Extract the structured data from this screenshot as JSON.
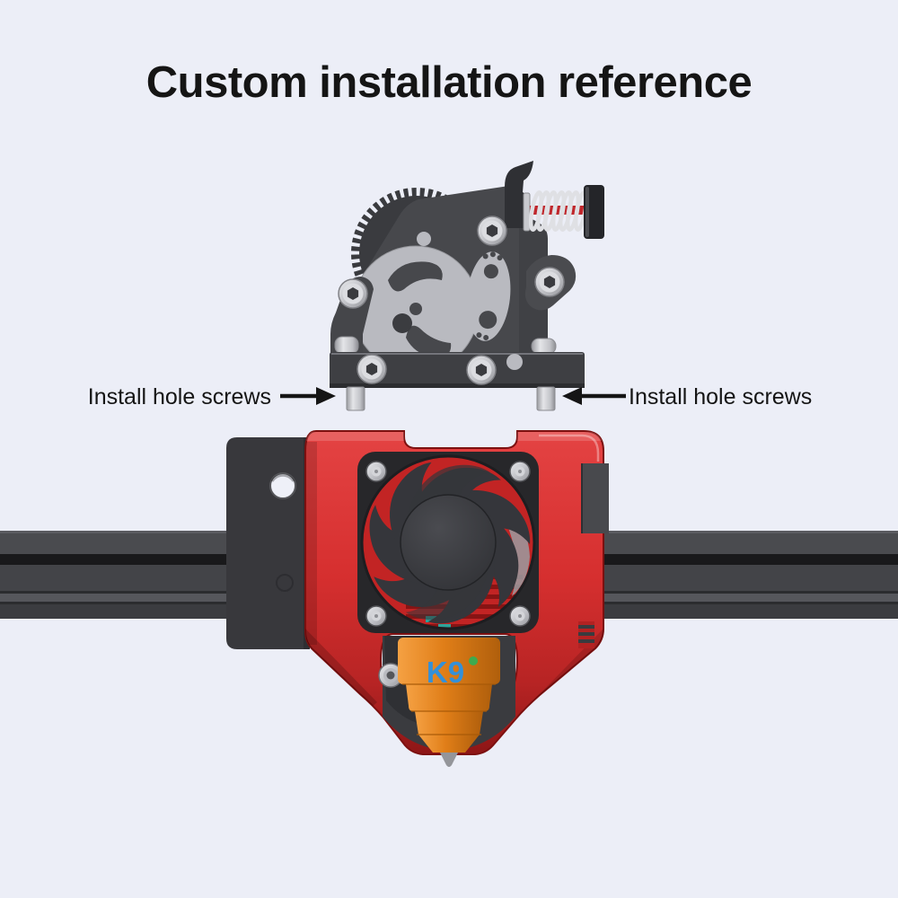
{
  "page": {
    "background_color": "#ECEEF7"
  },
  "title": {
    "text": "Custom installation reference",
    "color": "#151515"
  },
  "annotations": {
    "left": {
      "text": "Install hole screws",
      "arrow_direction": "right"
    },
    "right": {
      "text": "Install hole screws",
      "arrow_direction": "left"
    }
  },
  "diagram": {
    "parts": {
      "extruder": "dual-gear extruder",
      "tension_spring": "spring tensioner",
      "install_screws": "install hole screws",
      "bracket": "mounting bracket",
      "rail": "x-axis aluminum rail",
      "shroud": "hotend fan shroud",
      "fan": "cooling fan",
      "heatsink": "heatsink",
      "sock": "nozzle silicone sock",
      "nozzle": "nozzle tip"
    },
    "sock_logo": "K9",
    "colors": {
      "background": "#ECEEF7",
      "shroud_red": "#D62F2F",
      "shroud_red_light": "#E44343",
      "shroud_red_dark": "#8D1616",
      "heatsink_red": "#C22424",
      "fan_frame": "#27272A",
      "fan_blade": "#35363B",
      "rail_gray": "#434448",
      "rail_groove": "#19191B",
      "extruder_gray": "#47484C",
      "machined_light_gray": "#B9BAC0",
      "spring_red": "#C0272C",
      "sock_orange": "#E07E18",
      "sock_logo_blue": "#3490D8",
      "arrow_black": "#151515"
    }
  }
}
